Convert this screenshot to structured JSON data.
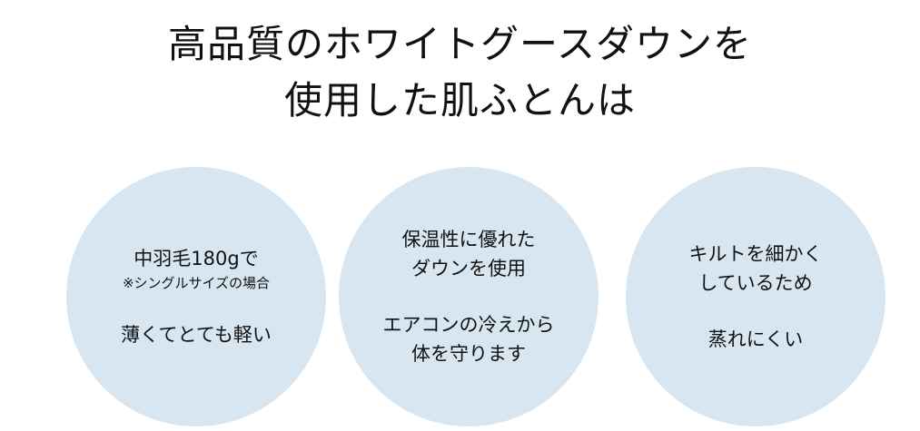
{
  "headline": {
    "line1": "高品質のホワイトグースダウンを",
    "line2": "使用した肌ふとんは"
  },
  "features": [
    {
      "lines_top": [
        "中羽毛180gで"
      ],
      "note": "※シングルサイズの場合",
      "lines_bottom": [
        "薄くてとても軽い"
      ]
    },
    {
      "lines_top": [
        "保温性に優れた",
        "ダウンを使用"
      ],
      "lines_bottom": [
        "エアコンの冷えから",
        "体を守ります"
      ]
    },
    {
      "lines_top": [
        "キルトを細かく",
        "しているため"
      ],
      "lines_bottom": [
        "蒸れにくい"
      ]
    }
  ],
  "colors": {
    "circle_fill": "#d7e6f0",
    "text": "#111111"
  }
}
